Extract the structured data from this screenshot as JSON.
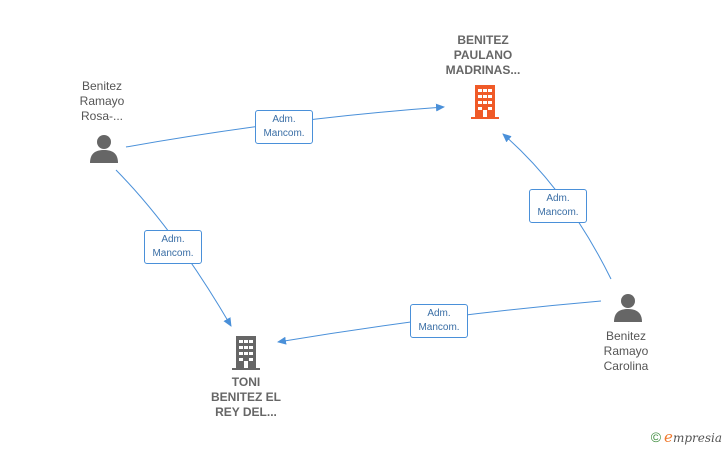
{
  "nodes": {
    "person_rosa": {
      "label_lines": [
        "Benitez",
        "Ramayo",
        "Rosa-..."
      ],
      "icon": "person-icon",
      "color": "#666666"
    },
    "company_paulano": {
      "label_lines": [
        "BENITEZ",
        "PAULANO",
        "MADRINAS..."
      ],
      "icon": "building-icon",
      "color": "#f05a28"
    },
    "company_toni": {
      "label_lines": [
        "TONI",
        "BENITEZ EL",
        "REY DEL..."
      ],
      "icon": "building-icon",
      "color": "#666666"
    },
    "person_carolina": {
      "label_lines": [
        "Benitez",
        "Ramayo",
        "Carolina"
      ],
      "icon": "person-icon",
      "color": "#666666"
    }
  },
  "edges": [
    {
      "from": "person_rosa",
      "to": "company_paulano",
      "label_lines": [
        "Adm.",
        "Mancom."
      ]
    },
    {
      "from": "person_rosa",
      "to": "company_toni",
      "label_lines": [
        "Adm.",
        "Mancom."
      ]
    },
    {
      "from": "person_carolina",
      "to": "company_paulano",
      "label_lines": [
        "Adm.",
        "Mancom."
      ]
    },
    {
      "from": "person_carolina",
      "to": "company_toni",
      "label_lines": [
        "Adm.",
        "Mancom."
      ]
    }
  ],
  "edge_color": "#4a90d9",
  "footer": {
    "copyright_symbol": "©",
    "brand_initial": "e",
    "brand_rest": "mpresia"
  }
}
